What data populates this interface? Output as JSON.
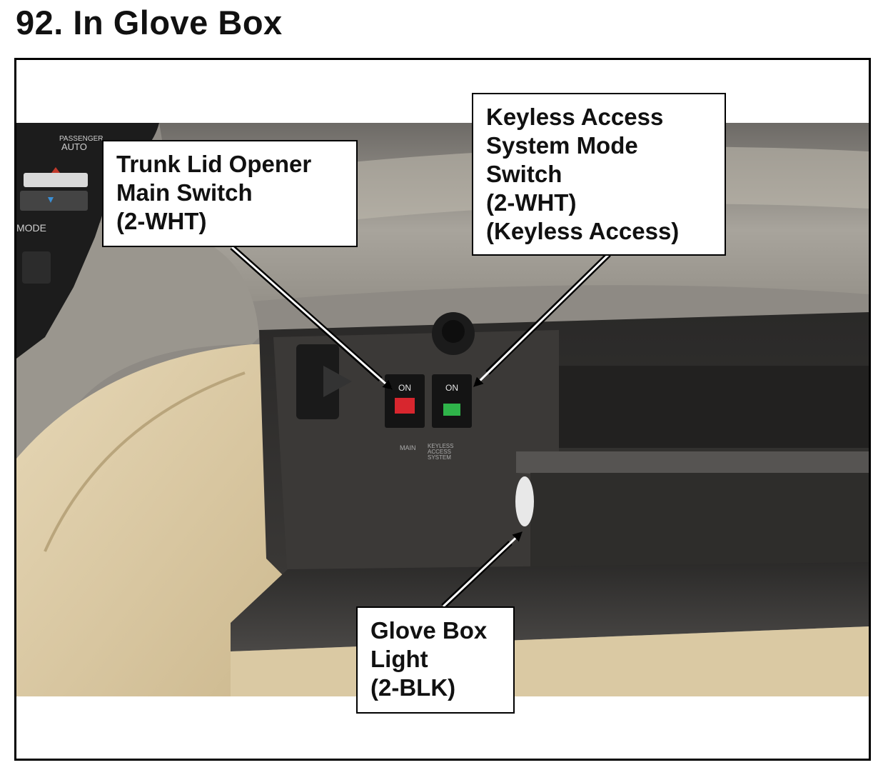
{
  "page": {
    "title": "92.  In Glove Box"
  },
  "photo": {
    "description_icon": "glove-box-photo",
    "panel_labels": {
      "passenger": "PASSENGER",
      "auto": "AUTO",
      "mode": "MODE"
    },
    "switches": {
      "trunk_on": "ON",
      "keyless_on": "ON",
      "main_label": "MAIN",
      "keyless_label_1": "KEYLESS",
      "keyless_label_2": "ACCESS",
      "keyless_label_3": "SYSTEM"
    },
    "colors": {
      "trunk_switch": "#d8262e",
      "keyless_switch": "#2fb44a"
    }
  },
  "callouts": {
    "trunk": {
      "line1": "Trunk Lid Opener",
      "line2": "Main Switch",
      "line3": "(2-WHT)"
    },
    "keyless": {
      "line1": "Keyless Access",
      "line2": "System Mode",
      "line3": "Switch",
      "line4": "(2-WHT)",
      "line5": "(Keyless Access)"
    },
    "light": {
      "line1": "Glove Box",
      "line2": "Light",
      "line3": "(2-BLK)"
    }
  }
}
